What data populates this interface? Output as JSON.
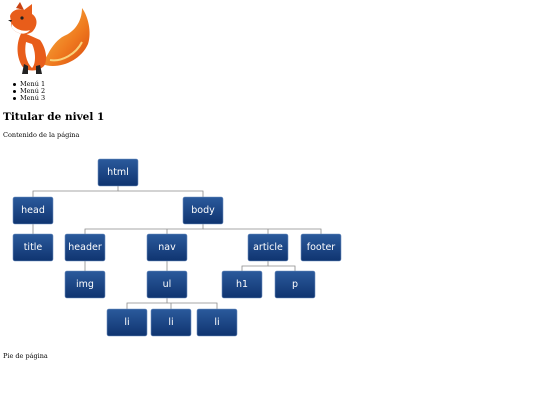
{
  "menu": {
    "items": [
      "Menú 1",
      "Menú 2",
      "Menú 3"
    ]
  },
  "heading": "Titular de nivel 1",
  "content": "Contenido de la página",
  "footer": "Pie de página",
  "tree": {
    "html": "html",
    "head": "head",
    "body": "body",
    "title": "title",
    "header": "header",
    "nav": "nav",
    "article": "article",
    "footer": "footer",
    "img": "img",
    "ul": "ul",
    "h1": "h1",
    "p": "p",
    "li1": "li",
    "li2": "li",
    "li3": "li"
  },
  "colors": {
    "node_top": "#2b5a9c",
    "node_bottom": "#0f3470"
  }
}
